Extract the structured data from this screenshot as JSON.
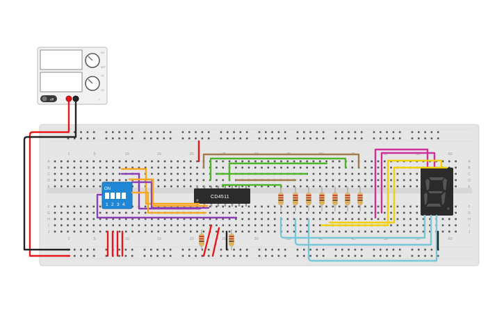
{
  "power_supply": {
    "knob1_labels": [
      "CH",
      "SET"
    ],
    "knob2_labels": [
      "CC",
      "CV"
    ],
    "switch_label": "off",
    "brand_text": "",
    "bolt_glyph": "⚡"
  },
  "breadboard": {
    "column_numbers": [
      "1",
      "5",
      "10",
      "15",
      "20",
      "25",
      "30",
      "35",
      "40",
      "45",
      "50",
      "55",
      "60"
    ],
    "row_letters_top": [
      "A",
      "B",
      "C",
      "D",
      "E"
    ],
    "row_letters_bottom": [
      "F",
      "G",
      "H",
      "I",
      "J"
    ]
  },
  "dip_switch": {
    "on_label": "ON",
    "switch_numbers": [
      "1",
      "2",
      "3",
      "4"
    ]
  },
  "ic": {
    "label": "CD4511"
  },
  "seven_segment": {
    "digit_color": "#555555"
  },
  "colors": {
    "wire_red": "#e8161a",
    "wire_black": "#222222",
    "wire_orange": "#f5a623",
    "wire_purple": "#8b3fb5",
    "wire_brown": "#a27b4e",
    "wire_green": "#4fb52a",
    "wire_magenta": "#d0309a",
    "wire_yellow": "#f2d10c",
    "wire_cyan": "#77c7d8",
    "board": "#e6e6e6",
    "chip": "#2b2b2b"
  }
}
